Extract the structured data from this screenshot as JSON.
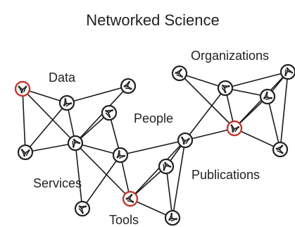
{
  "title": "Networked Science",
  "labels": {
    "data": "Data",
    "people": "People",
    "organizations": "Organizations",
    "services": "Services",
    "publications": "Publications",
    "tools": "Tools"
  },
  "colors": {
    "node_outline": "#222222",
    "highlight_outline": "#c0392b",
    "edge": "#1a1a1a",
    "background": "#ffffff"
  },
  "node_icon": "network-node-icon",
  "highlighted_nodes": [
    "data-left",
    "tools",
    "center-right"
  ]
}
